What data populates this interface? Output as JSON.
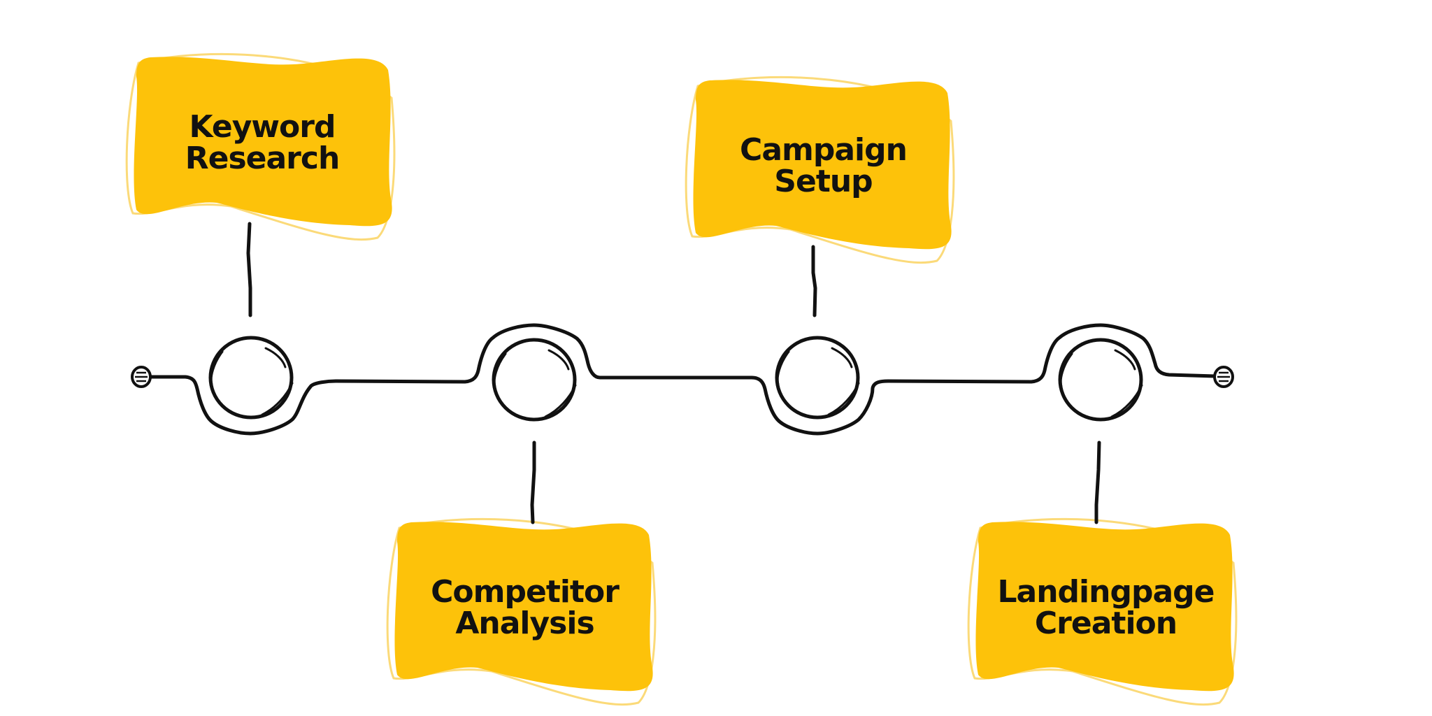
{
  "colors": {
    "box_fill": "#FDC20A",
    "box_outline": "#FBDA79",
    "line": "#111111"
  },
  "steps": [
    {
      "label": "Keyword\nResearch",
      "side": "top"
    },
    {
      "label": "Competitor\nAnalysis",
      "side": "bottom"
    },
    {
      "label": "Campaign\nSetup",
      "side": "top"
    },
    {
      "label": "Landingpage\nCreation",
      "side": "bottom"
    }
  ]
}
